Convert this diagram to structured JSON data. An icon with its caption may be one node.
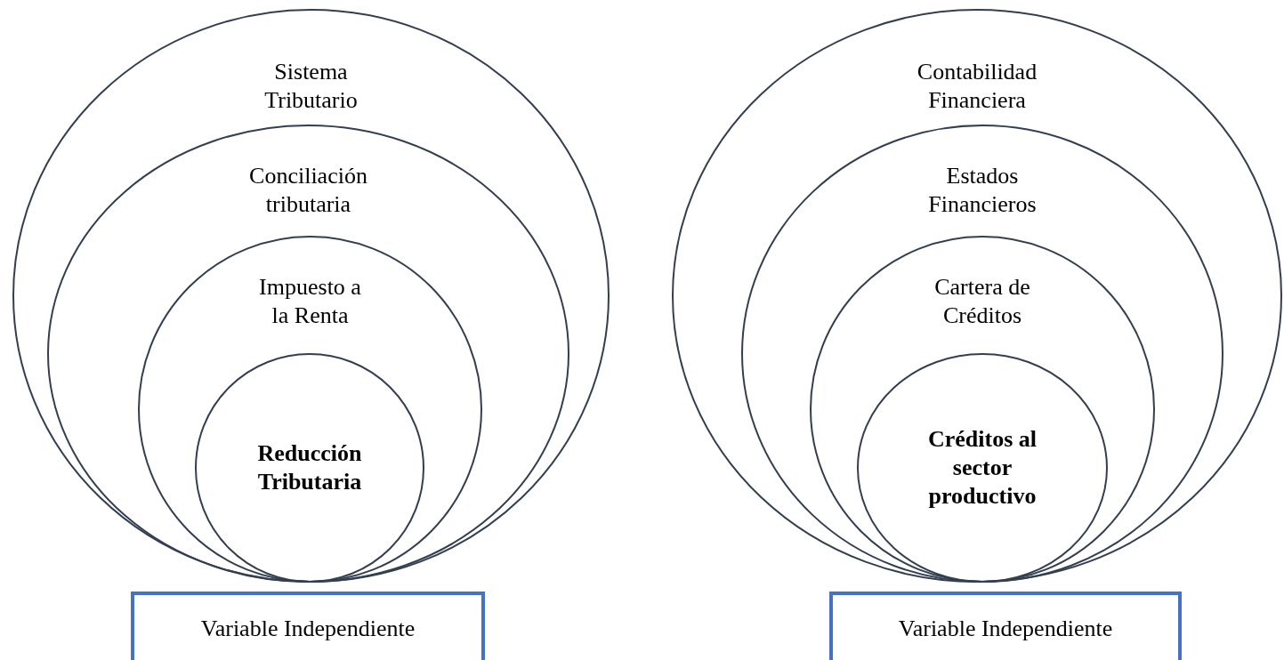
{
  "diagram": {
    "nodes": [
      {
        "text": [
          "Sistema Tributario"
        ]
      },
      {
        "text": [
          "Conciliación tributaria"
        ],
        "in": 0
      },
      {
        "text": [
          "Impuesto a la Renta"
        ],
        "in": 1
      },
      {
        "text": [
          "Reducción Tributaria"
        ],
        "in": 2
      },
      {
        "text": [
          "Variable Independiente"
        ]
      },
      {
        "text": [
          "Contabilidad Financiera"
        ]
      },
      {
        "text": [
          "Estados Financieros"
        ],
        "in": 5
      },
      {
        "text": [
          "Cartera de Créditos"
        ],
        "in": 6
      },
      {
        "text": [
          "Créditos al sector productivo"
        ],
        "in": 7
      },
      {
        "text": [
          "Variable Independiente"
        ]
      }
    ],
    "edges": []
  }
}
